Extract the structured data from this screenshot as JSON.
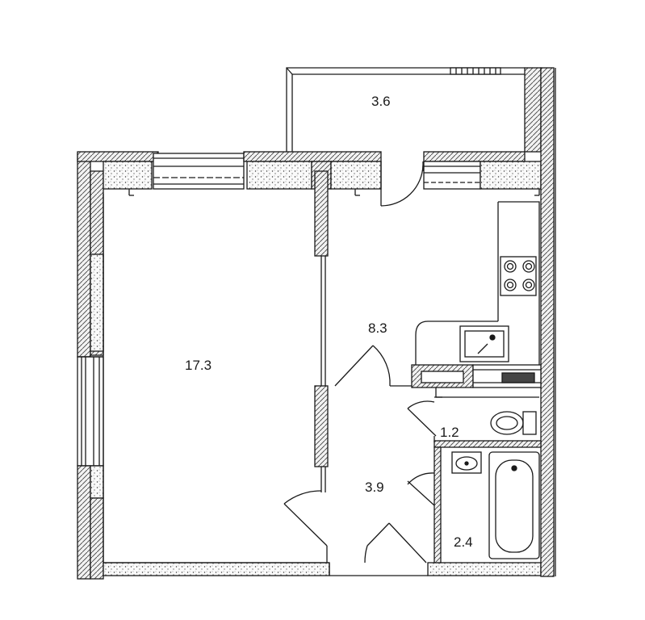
{
  "plan": {
    "rooms": [
      {
        "id": "balcony",
        "area": "3.6"
      },
      {
        "id": "living-room",
        "area": "17.3"
      },
      {
        "id": "kitchen",
        "area": "8.3"
      },
      {
        "id": "toilet",
        "area": "1.2"
      },
      {
        "id": "hallway",
        "area": "3.9"
      },
      {
        "id": "bathroom",
        "area": "2.4"
      }
    ],
    "colors": {
      "line": "#1a1a1a",
      "wall_fill": "#f2f2f2",
      "hatch": "#555555",
      "background": "#ffffff"
    }
  }
}
